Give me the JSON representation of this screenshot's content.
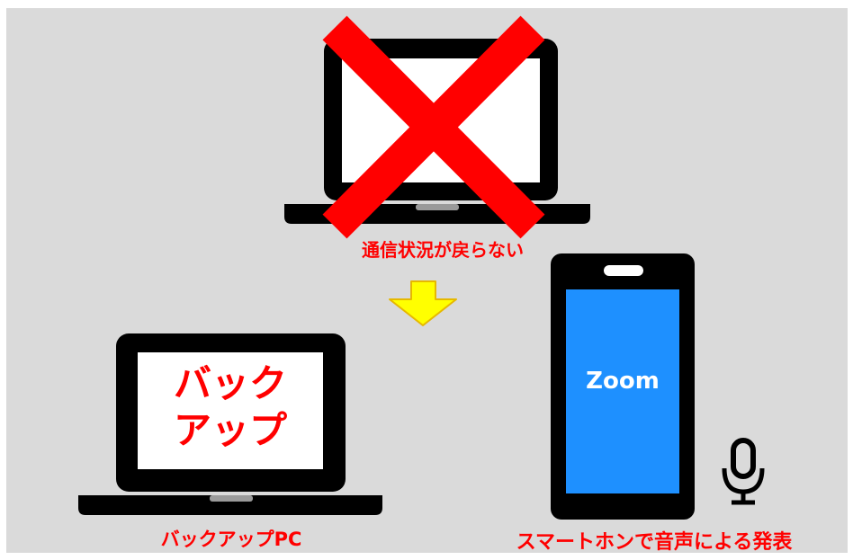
{
  "colors": {
    "background": "#dadada",
    "device_body": "#000000",
    "screen_white": "#ffffff",
    "phone_screen": "#1e90ff",
    "label_red": "#ff0000",
    "cross_red": "#ff0000",
    "arrow_yellow": "#ffff00"
  },
  "top_laptop": {
    "status_label": "通信状況が戻らない",
    "icon": "laptop-icon",
    "overlay_icon": "cross-icon"
  },
  "arrow": {
    "icon": "down-arrow-icon"
  },
  "backup_laptop": {
    "screen_line1": "バック",
    "screen_line2": "アップ",
    "caption": "バックアップPC",
    "icon": "laptop-icon"
  },
  "phone": {
    "screen_text": "Zoom",
    "caption": "スマートホンで音声による発表",
    "icon": "smartphone-icon",
    "mic_icon": "microphone-icon"
  }
}
